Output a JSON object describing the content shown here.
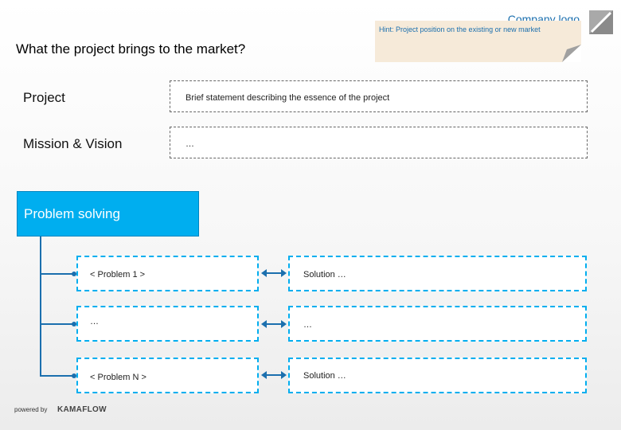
{
  "header": {
    "company_logo": "Company logo",
    "hint": "Hint: Project position on the existing or new market",
    "title": "What the project brings to the market?"
  },
  "rows": {
    "project": {
      "label": "Project",
      "value": "Brief statement describing the essence of the project"
    },
    "mission": {
      "label": "Mission & Vision",
      "value": "…"
    }
  },
  "problem_solving": {
    "title": "Problem solving",
    "problems": [
      "< Problem 1 >",
      "…",
      "< Problem N >"
    ],
    "solutions": [
      "Solution …",
      "…",
      "Solution …"
    ]
  },
  "footer": {
    "powered_by": "powered by",
    "brand": "KAMAFLOW"
  },
  "colors": {
    "accent": "#00aeef",
    "line": "#1b6fae",
    "hint_bg": "#f6ead9"
  }
}
